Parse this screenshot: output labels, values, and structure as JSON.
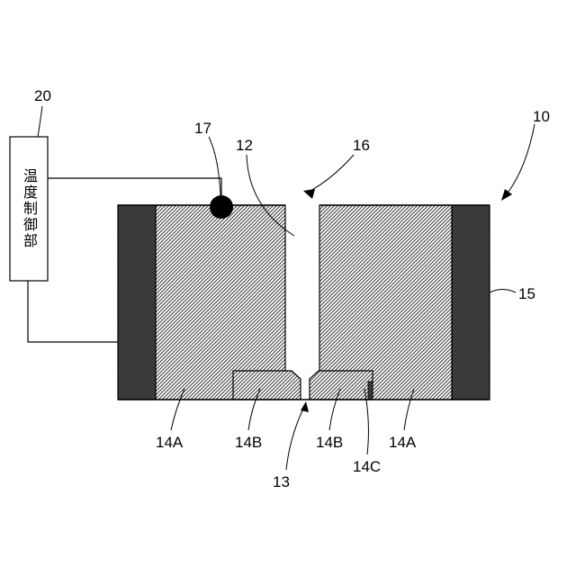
{
  "controller": {
    "label": "温度制御部"
  },
  "labels": {
    "device": "10",
    "hole": "12",
    "outlet": "13",
    "block_a_left": "14A",
    "block_b_left": "14B",
    "block_b_right": "14B",
    "block_c": "14C",
    "block_a_right": "14A",
    "heater": "15",
    "inlet": "16",
    "sensor": "17",
    "controller_ref": "20"
  }
}
